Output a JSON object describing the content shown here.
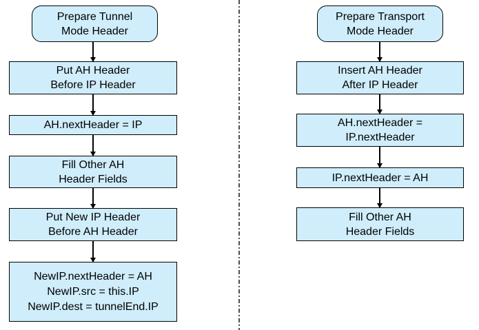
{
  "colors": {
    "node_fill": "#CFEDFB",
    "node_border": "#000000",
    "text": "#000000",
    "arrow": "#000000",
    "divider": "#4D4D4D"
  },
  "flows": [
    {
      "steps": [
        {
          "shape": "rounded",
          "lines": [
            "Prepare Tunnel",
            "Mode Header"
          ]
        },
        {
          "shape": "rect",
          "lines": [
            "Put AH Header",
            "Before IP Header"
          ]
        },
        {
          "shape": "rect",
          "lines": [
            "AH.nextHeader = IP"
          ]
        },
        {
          "shape": "rect",
          "lines": [
            "Fill Other AH",
            "Header Fields"
          ]
        },
        {
          "shape": "rect",
          "lines": [
            "Put New IP Header",
            "Before AH Header"
          ]
        },
        {
          "shape": "rect",
          "lines": [
            "NewIP.nextHeader = AH",
            "NewIP.src = this.IP",
            "NewIP.dest = tunnelEnd.IP"
          ]
        }
      ]
    },
    {
      "steps": [
        {
          "shape": "rounded",
          "lines": [
            "Prepare Transport",
            "Mode Header"
          ]
        },
        {
          "shape": "rect",
          "lines": [
            "Insert AH Header",
            "After IP Header"
          ]
        },
        {
          "shape": "rect",
          "lines": [
            "AH.nextHeader =",
            "IP.nextHeader"
          ]
        },
        {
          "shape": "rect",
          "lines": [
            "IP.nextHeader = AH"
          ]
        },
        {
          "shape": "rect",
          "lines": [
            "Fill Other AH",
            "Header Fields"
          ]
        }
      ]
    }
  ]
}
